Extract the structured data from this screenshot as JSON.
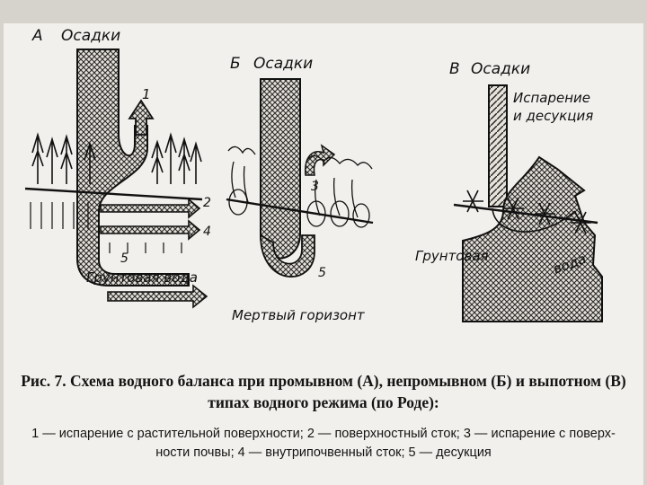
{
  "figure": {
    "panel_a": {
      "letter": "А",
      "title": "Осадки",
      "n1": "1",
      "n2": "2",
      "n4": "4",
      "n5": "5",
      "ground_label": "Грунтовая вода"
    },
    "panel_b": {
      "letter": "Б",
      "title": "Осадки",
      "n3": "3",
      "n5": "5",
      "bottom_label": "Мертвый горизонт"
    },
    "panel_v": {
      "letter": "В",
      "title": "Осадки",
      "evap_line1": "Испарение",
      "evap_line2": "и десукция",
      "ground_left": "Грунтовая",
      "ground_right": "вода"
    }
  },
  "caption": {
    "title_line1": "Рис. 7. Схема водного баланса при промывном (А), непромывном (Б) и выпотном (В)",
    "title_line2": "типах водного режима (по Роде):",
    "legend_line1": "1 — испарение с растительной поверхности; 2 — поверхностный сток; 3 — испарение с поверх-",
    "legend_line2": "ности почвы; 4 — внутрипочвенный сток; 5 — десукция"
  }
}
